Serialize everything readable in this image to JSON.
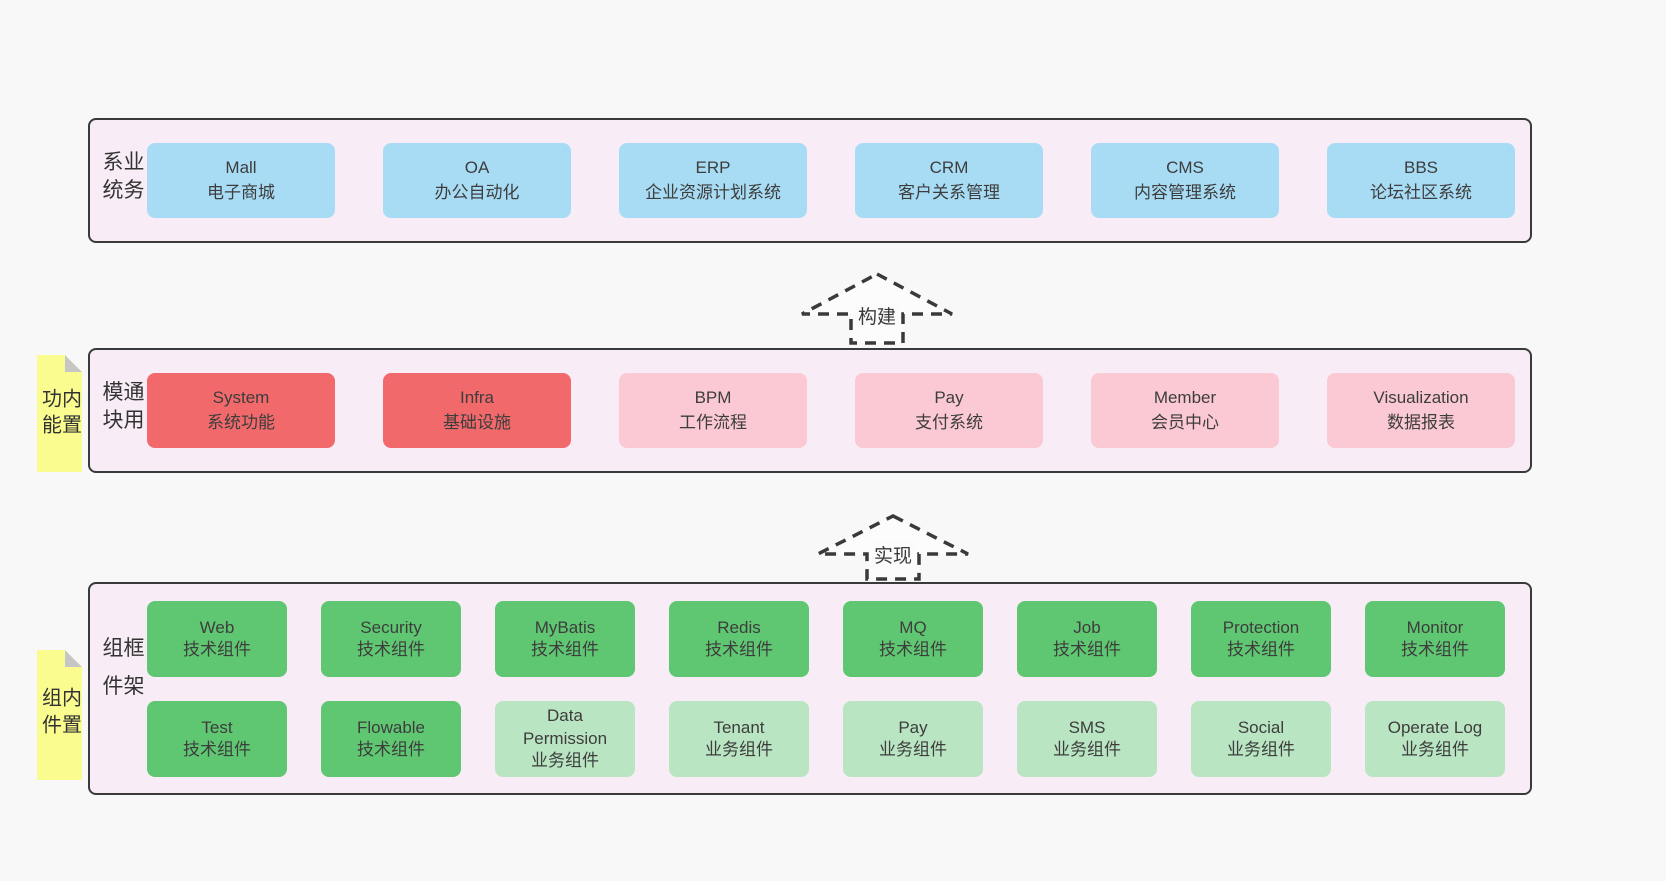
{
  "business": {
    "side_label": "业务系统",
    "boxes": [
      {
        "en": "Mall",
        "zh": "电子商城"
      },
      {
        "en": "OA",
        "zh": "办公自动化"
      },
      {
        "en": "ERP",
        "zh": "企业资源计划系统"
      },
      {
        "en": "CRM",
        "zh": "客户关系管理"
      },
      {
        "en": "CMS",
        "zh": "内容管理系统"
      },
      {
        "en": "BBS",
        "zh": "论坛社区系统"
      }
    ]
  },
  "modules": {
    "tab_label": "内置功能",
    "side_label": "通用模块",
    "boxes": [
      {
        "en": "System",
        "zh": "系统功能"
      },
      {
        "en": "Infra",
        "zh": "基础设施"
      },
      {
        "en": "BPM",
        "zh": "工作流程"
      },
      {
        "en": "Pay",
        "zh": "支付系统"
      },
      {
        "en": "Member",
        "zh": "会员中心"
      },
      {
        "en": "Visualization",
        "zh": "数据报表"
      }
    ]
  },
  "framework": {
    "tab_label": "内置组件",
    "side_label": "框架组件",
    "row1": [
      {
        "en": "Web",
        "zh": "技术组件"
      },
      {
        "en": "Security",
        "zh": "技术组件"
      },
      {
        "en": "MyBatis",
        "zh": "技术组件"
      },
      {
        "en": "Redis",
        "zh": "技术组件"
      },
      {
        "en": "MQ",
        "zh": "技术组件"
      },
      {
        "en": "Job",
        "zh": "技术组件"
      },
      {
        "en": "Protection",
        "zh": "技术组件"
      },
      {
        "en": "Monitor",
        "zh": "技术组件"
      }
    ],
    "row2": [
      {
        "en": "Test",
        "zh": "技术组件"
      },
      {
        "en": "Flowable",
        "zh": "技术组件"
      },
      {
        "en": "Data Permission",
        "zh": "业务组件"
      },
      {
        "en": "Tenant",
        "zh": "业务组件"
      },
      {
        "en": "Pay",
        "zh": "业务组件"
      },
      {
        "en": "SMS",
        "zh": "业务组件"
      },
      {
        "en": "Social",
        "zh": "业务组件"
      },
      {
        "en": "Operate Log",
        "zh": "业务组件"
      }
    ]
  },
  "arrows": {
    "build": "构建",
    "implement": "实现"
  },
  "colors": {
    "page_bg": "#f8f8f8",
    "layer_bg": "#f8edf6",
    "layer_border": "#3a3a3a",
    "business_box": "#a8dcf5",
    "module_core_box": "#f2696b",
    "module_optional_box": "#fbc9d3",
    "tech_component_box": "#5fc771",
    "biz_component_box": "#b9e5c2",
    "sticky_tab": "#fafc8f",
    "sticky_fold": "#c6c6c6"
  }
}
